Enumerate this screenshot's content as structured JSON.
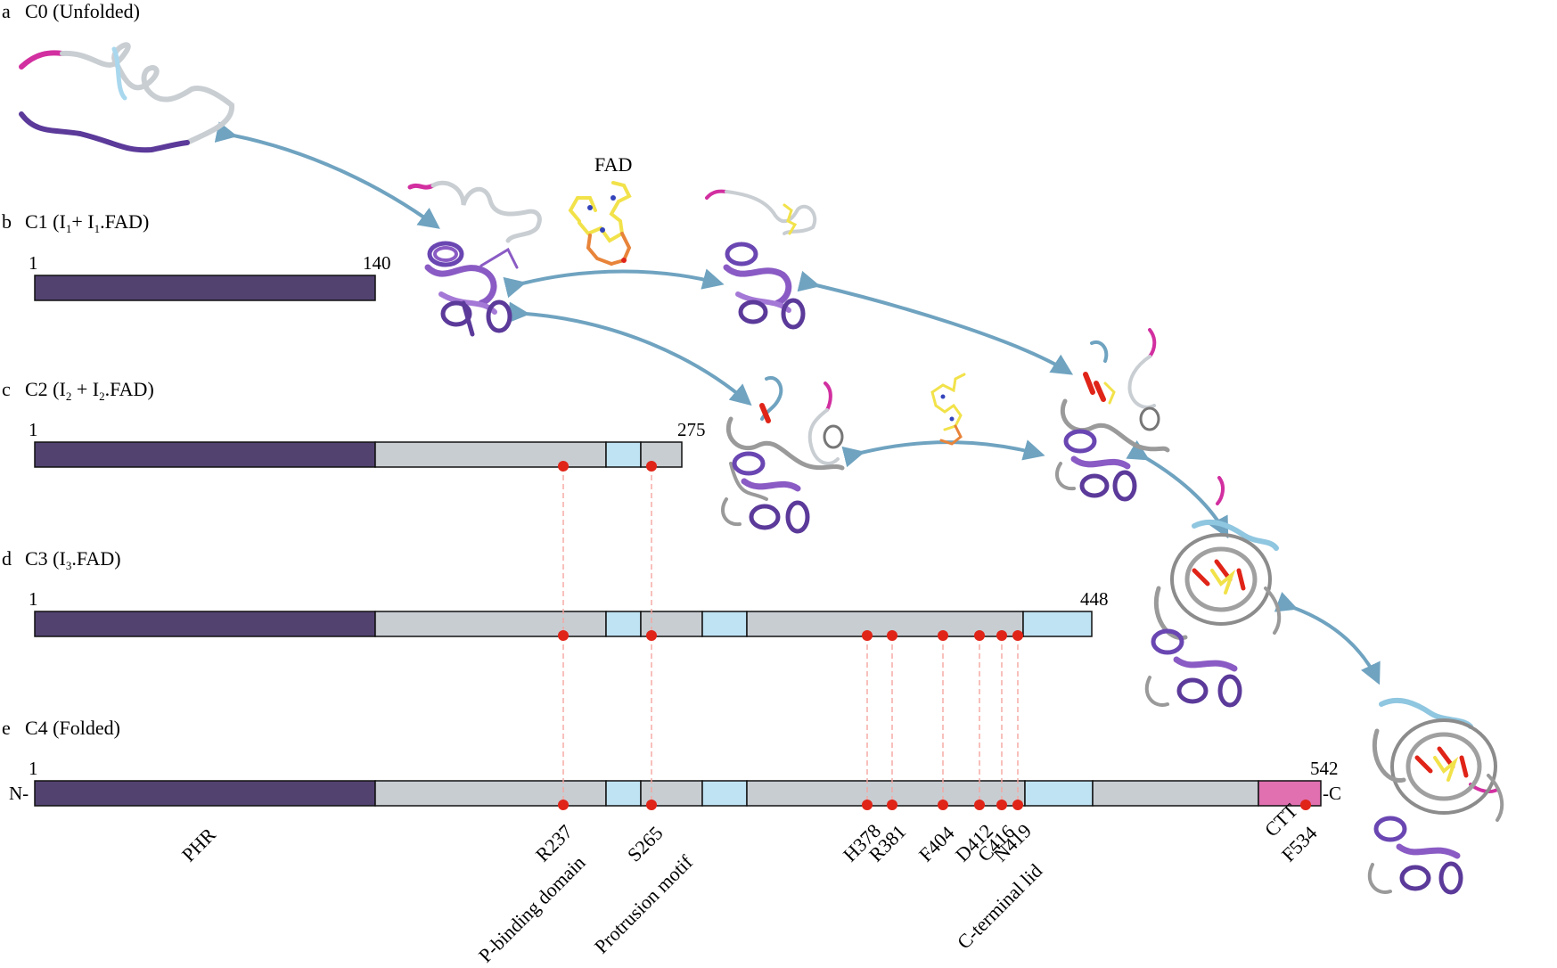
{
  "colors": {
    "phr": "#524270",
    "gray": "#c8cdd2",
    "lightblue": "#bfe3f3",
    "pink": "#e070b0",
    "red": "#e02418",
    "dash": "#f4a6a0",
    "arrow": "#6fa3c0",
    "purple": "#8a5bc4",
    "darkpurple": "#5b3a9a",
    "ribbon_gray": "#8c8c8c",
    "fad_yellow": "#f2e24a",
    "fad_orange": "#e8843a",
    "fad_blue": "#3344bb"
  },
  "panels": [
    {
      "letter": "a",
      "title": "C0 (Unfolded)"
    },
    {
      "letter": "b",
      "title_main": "C1 (I",
      "title_sub1": "1",
      "title_mid": "+ I",
      "title_sub2": "1",
      "title_end": ".FAD)"
    },
    {
      "letter": "c",
      "title_main": "C2 (I",
      "title_sub1": "2",
      "title_mid": " + I",
      "title_sub2": "2",
      "title_end": ".FAD)"
    },
    {
      "letter": "d",
      "title_main": "C3 (I",
      "title_sub1": "3",
      "title_end": ".FAD)"
    },
    {
      "letter": "e",
      "title": "C4 (Folded)"
    }
  ],
  "bars": {
    "c1": {
      "start": "1",
      "end": "140"
    },
    "c2": {
      "start": "1",
      "end": "275"
    },
    "c3": {
      "start": "1",
      "end": "448"
    },
    "c4": {
      "start": "1",
      "end": "542",
      "n_term": "N-",
      "c_term": "-C"
    }
  },
  "labels": {
    "fad": "FAD",
    "phr": "PHR",
    "p_binding": "P-binding domain",
    "protrusion": "Protrusion motif",
    "c_lid": "C-terminal lid",
    "ctt": "CTT"
  },
  "residues": [
    "R237",
    "S265",
    "H378",
    "R381",
    "F404",
    "D412",
    "C416",
    "N419",
    "F534"
  ]
}
